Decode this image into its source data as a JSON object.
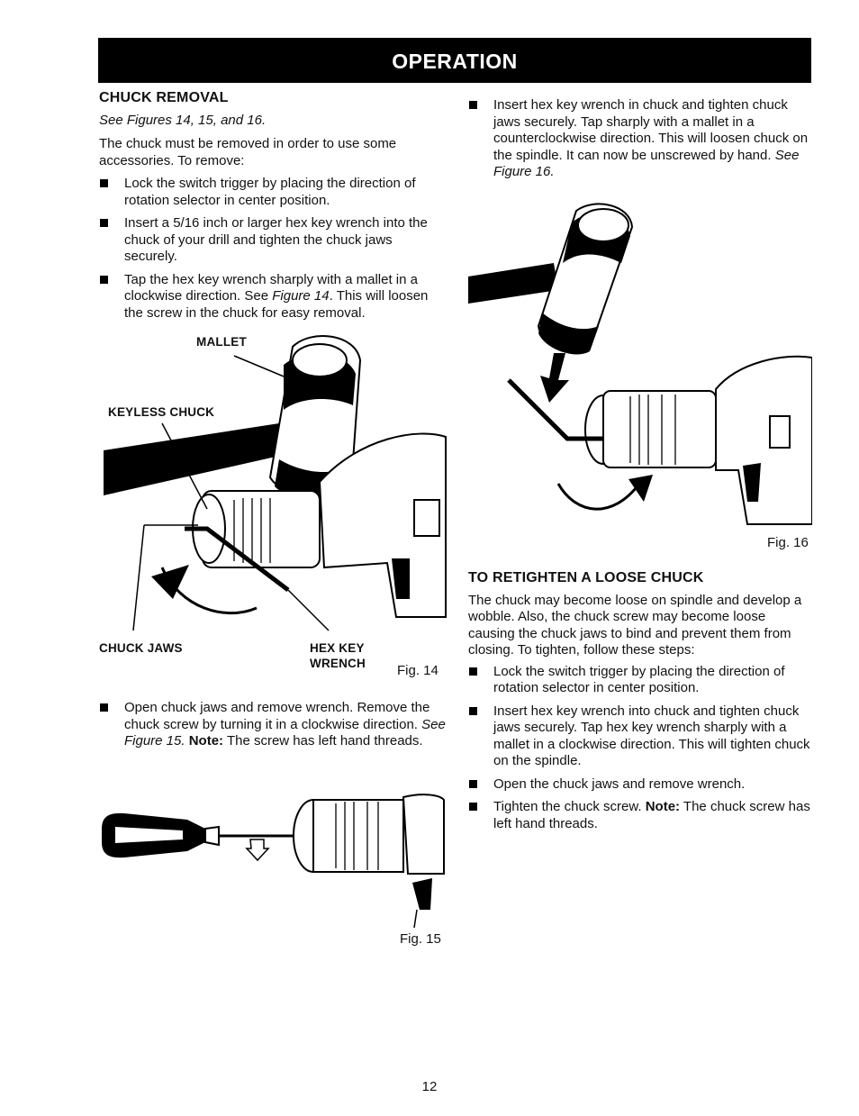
{
  "header": {
    "title": "OPERATION"
  },
  "left": {
    "heading": "CHUCK REMOVAL",
    "subheading": "See Figures 14, 15, and 16.",
    "intro": "The chuck must be removed in order to use some accessories. To remove:",
    "bullets": [
      "Lock the switch trigger by placing the direction of rotation selector in center position.",
      "Insert a 5/16 inch or larger hex key wrench into the chuck of your drill and tighten the chuck jaws securely."
    ],
    "bullet3": {
      "before": "Tap the hex key wrench sharply with a mallet in a clockwise direction. See ",
      "fig": "Figure 14",
      "after": ". This will loosen the screw in the chuck for easy removal."
    },
    "fig14": {
      "label": "Fig. 14",
      "callouts": {
        "mallet": "MALLET",
        "keyless_chuck": "KEYLESS CHUCK",
        "chuck_jaws": "CHUCK JAWS",
        "hex_key": "HEX KEY",
        "wrench": "WRENCH"
      }
    },
    "bullet4": {
      "before": "Open chuck jaws and remove wrench. Remove the chuck screw by turning it in a clockwise direction. ",
      "fig": "See Figure 15.",
      "note_label": "Note:",
      "after": " The screw has left hand threads."
    },
    "fig15": {
      "label": "Fig. 15"
    }
  },
  "right": {
    "bullet1": {
      "text": "Insert hex key wrench in chuck and tighten chuck jaws securely. Tap sharply with a mallet in a counterclockwise direction. This will loosen chuck on the spindle. It can now be unscrewed by hand.",
      "fig": "See Figure 16."
    },
    "fig16": {
      "label": "Fig. 16"
    },
    "heading": "TO RETIGHTEN A LOOSE CHUCK",
    "intro": "The chuck may become loose on spindle and develop a wobble. Also, the chuck screw may become loose causing the chuck jaws to bind and prevent them from closing. To tighten, follow these steps:",
    "bullets": [
      "Lock the switch trigger by placing the direction of rotation selector in center position.",
      "Insert hex key wrench into chuck and tighten chuck jaws securely. Tap hex key wrench sharply with a mallet in a clockwise direction. This will tighten chuck on the spindle.",
      "Open the chuck jaws and remove wrench."
    ],
    "bullet_last": {
      "before": "Tighten the chuck screw. ",
      "note_label": "Note:",
      "after": " The chuck screw has left hand threads."
    }
  },
  "footer": {
    "page_number": "12"
  }
}
